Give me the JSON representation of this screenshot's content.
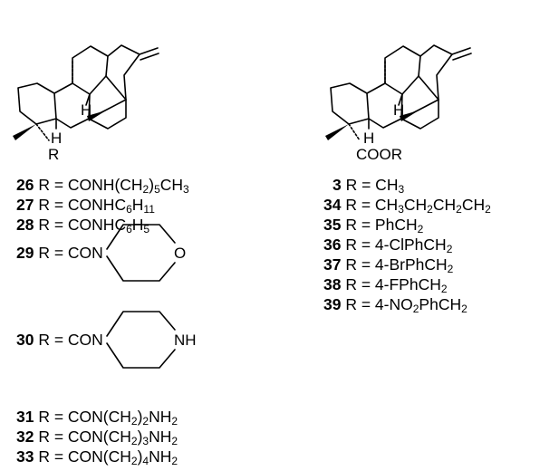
{
  "structure_left": {
    "atom_h_top": "H",
    "atom_h_bottom": "H",
    "atom_r": "R"
  },
  "structure_right": {
    "atom_h_top": "H",
    "atom_h_bottom": "H",
    "atom_coor": "COOR"
  },
  "labels_left": [
    {
      "num": "26",
      "text": " R = CONH(CH",
      "s1": "2",
      "t2": ")",
      "s2": "5",
      "t3": "CH",
      "s3": "3"
    },
    {
      "num": "27",
      "text": " R = CONHC",
      "s1": "6",
      "t2": "H",
      "s2": "11"
    },
    {
      "num": "28",
      "text": " R = CONHC",
      "s1": "6",
      "t2": "H",
      "s2": "5"
    },
    {
      "num": "29",
      "text": " R = CON",
      "ring_atom": "O"
    },
    {
      "num": "30",
      "text": " R = CON",
      "ring_atom": "NH"
    },
    {
      "num": "31",
      "text": " R = CON(CH",
      "s1": "2",
      "t2": ")",
      "s2": "2",
      "t3": "NH",
      "s3": "2"
    },
    {
      "num": "32",
      "text": " R = CON(CH",
      "s1": "2",
      "t2": ")",
      "s2": "3",
      "t3": "NH",
      "s3": "2"
    },
    {
      "num": "33",
      "text": " R = CON(CH",
      "s1": "2",
      "t2": ")",
      "s2": "4",
      "t3": "NH",
      "s3": "2"
    }
  ],
  "labels_right": [
    {
      "num": "3",
      "text": " R = CH",
      "s1": "3"
    },
    {
      "num": "34",
      "text": " R = CH",
      "s1": "3",
      "t2": "CH",
      "s2": "2",
      "t3": "CH",
      "s3": "2",
      "t4": "CH",
      "s4": "2"
    },
    {
      "num": "35",
      "text": " R = PhCH",
      "s1": "2"
    },
    {
      "num": "36",
      "text": " R = 4-ClPhCH",
      "s1": "2"
    },
    {
      "num": "37",
      "text": " R = 4-BrPhCH",
      "s1": "2"
    },
    {
      "num": "38",
      "text": " R = 4-FPhCH",
      "s1": "2"
    },
    {
      "num": "39",
      "text": " R = 4-NO",
      "s1": "2",
      "t2": "PhCH",
      "s2": "2"
    }
  ]
}
